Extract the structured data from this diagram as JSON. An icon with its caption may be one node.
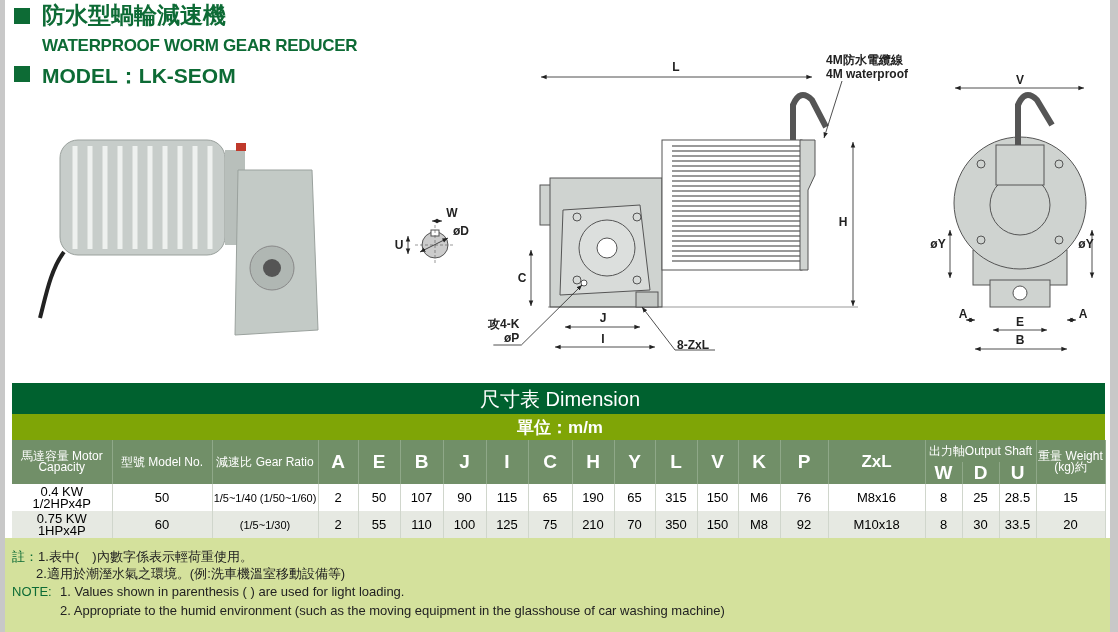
{
  "diagram": {
    "title": "防水型蝸輪減速機",
    "nodes": [
      {
        "text": [
          "4M防水電纜線",
          "4M waterproof"
        ]
      },
      {
        "text": [
          "攻4-K",
          "øP"
        ]
      },
      {
        "text": [
          "8-ZxL"
        ]
      },
      {
        "text": [],
        "shape": "picture"
      },
      {
        "text": [],
        "shape": "circle"
      },
      {
        "text": [],
        "shape": "box"
      }
    ],
    "edges": [
      {
        "from": 0,
        "to": 3,
        "arrow": "to"
      },
      {
        "from": 1,
        "to": 4,
        "arrow": "to"
      },
      {
        "from": 2,
        "to": 5,
        "arrow": "to"
      }
    ],
    "labels": [
      "WATERPROOF WORM GEAR REDUCER",
      "MODEL：LK-SEOM",
      "W",
      "øD",
      "U",
      "L",
      "H",
      "C",
      "J",
      "I",
      "V",
      "øY",
      "øY",
      "A",
      "A",
      "E",
      "B",
      "尺寸表 Dimension",
      "單位：m/m",
      "馬達容量 Motor Capacity",
      "型號 Model No.",
      "減速比 Gear Ratio",
      "A",
      "E",
      "B",
      "J",
      "I",
      "C",
      "H",
      "Y",
      "L",
      "V",
      "K",
      "P",
      "ZxL",
      "出力軸Output Shaft",
      "重量 Weight (kg)約",
      "W",
      "D",
      "U",
      "0.4 KW 1/2HPx4P",
      "50",
      "1/5~1/40 (1/50~1/60)",
      "2",
      "50",
      "107",
      "90",
      "115",
      "65",
      "190",
      "65",
      "315",
      "150",
      "M6",
      "76",
      "M8x16",
      "8",
      "25",
      "28.5",
      "15",
      "0.75 KW 1HPx4P",
      "60",
      "(1/5~1/30)",
      "2",
      "55",
      "110",
      "100",
      "125",
      "75",
      "210",
      "70",
      "350",
      "150",
      "M8",
      "92",
      "M10x18",
      "8",
      "30",
      "33.5",
      "20",
      "註：",
      "1.表中(　)內數字係表示輕荷重使用。",
      "2.適用於潮溼水氣之環境。(例:洗車機溫室移動設備等)",
      "NOTE:",
      "1. Values shown in parenthesis ( ) are used for light loading.",
      "2. Appropriate to the humid environment (such as the moving equipment in the glasshouse of car washing machine)"
    ]
  }
}
